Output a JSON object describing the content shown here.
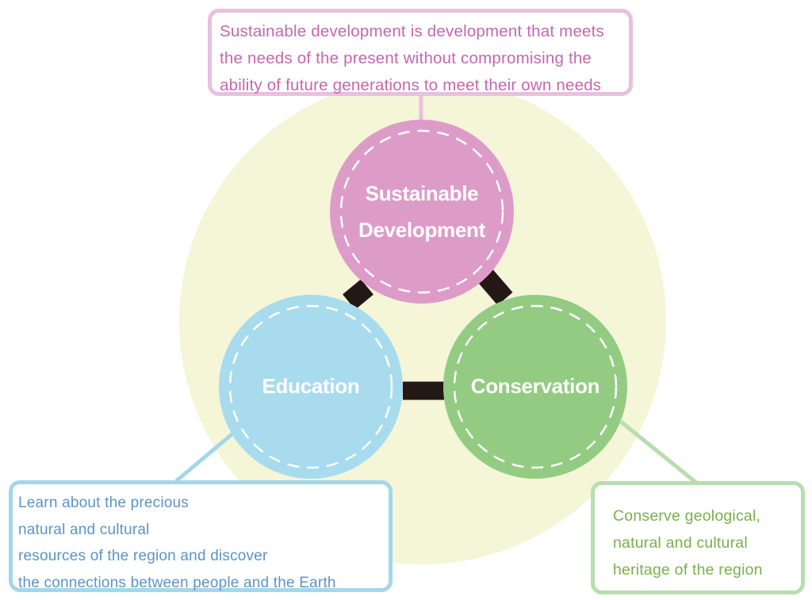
{
  "colors": {
    "background_disc": "#f5f5d7",
    "sustainable_development": "#dd9cc7",
    "education": "#a8dbee",
    "conservation": "#93cb83",
    "connector_bar": "#231815",
    "dashed_ring": "#ffffff",
    "top_note_border": "#e9bfdf",
    "left_note_border": "#a4d6ec",
    "right_note_border": "#b8ddb0"
  },
  "circles": {
    "sustainable_development": {
      "label_line1": "Sustainable",
      "label_line2": "Development"
    },
    "education": {
      "label": "Education"
    },
    "conservation": {
      "label": "Conservation"
    }
  },
  "notes": {
    "top": {
      "lines": [
        "Sustainable development is development that meets",
        "the needs of the present without compromising the",
        "ability of future generations to meet their own needs"
      ]
    },
    "left": {
      "lines": [
        "Learn about the precious",
        "natural and cultural",
        "resources of the region and discover",
        "the connections between people and the Earth"
      ]
    },
    "right": {
      "lines": [
        "Conserve geological,",
        "natural and cultural",
        "heritage of the region"
      ]
    }
  }
}
